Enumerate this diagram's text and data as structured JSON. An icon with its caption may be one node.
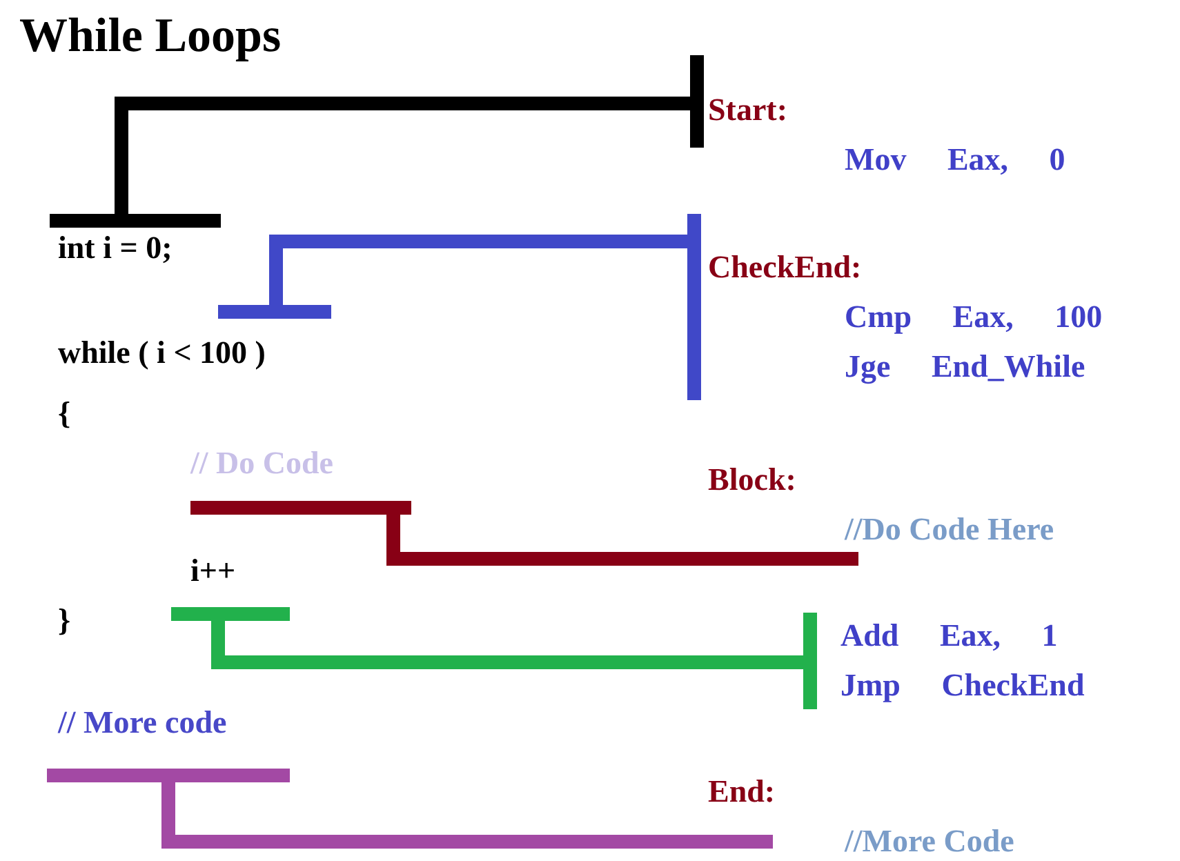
{
  "diagram": {
    "title": "While Loops",
    "nodes": [
      {
        "text": [
          "int i = 0;"
        ]
      },
      {
        "text": [
          "while ( i < 100 )"
        ]
      },
      {
        "text": [
          "{"
        ]
      },
      {
        "text": [
          "// Do Code"
        ]
      },
      {
        "text": [
          "i++"
        ]
      },
      {
        "text": [
          "}"
        ]
      },
      {
        "text": [
          "// More code"
        ]
      },
      {
        "text": [
          "Start:",
          "Mov Eax, 0"
        ]
      },
      {
        "text": [
          "CheckEnd:",
          "Cmp Eax, 100",
          "Jge End_While"
        ]
      },
      {
        "text": [
          "Block:",
          "//Do Code Here"
        ]
      },
      {
        "text": [
          "Add Eax, 1",
          "Jmp CheckEnd"
        ]
      },
      {
        "text": [
          "End:",
          "//More Code"
        ]
      }
    ],
    "edges": [
      {
        "from": 0,
        "to": 7,
        "arrow": "other",
        "color": "#000000"
      },
      {
        "from": 1,
        "to": 8,
        "arrow": "other",
        "color": "#4048c8"
      },
      {
        "from": 3,
        "to": 9,
        "arrow": "other",
        "color": "#880015"
      },
      {
        "from": 4,
        "to": 10,
        "arrow": "other",
        "color": "#22b14c"
      },
      {
        "from": 6,
        "to": 11,
        "arrow": "other",
        "color": "#a349a4"
      }
    ]
  }
}
